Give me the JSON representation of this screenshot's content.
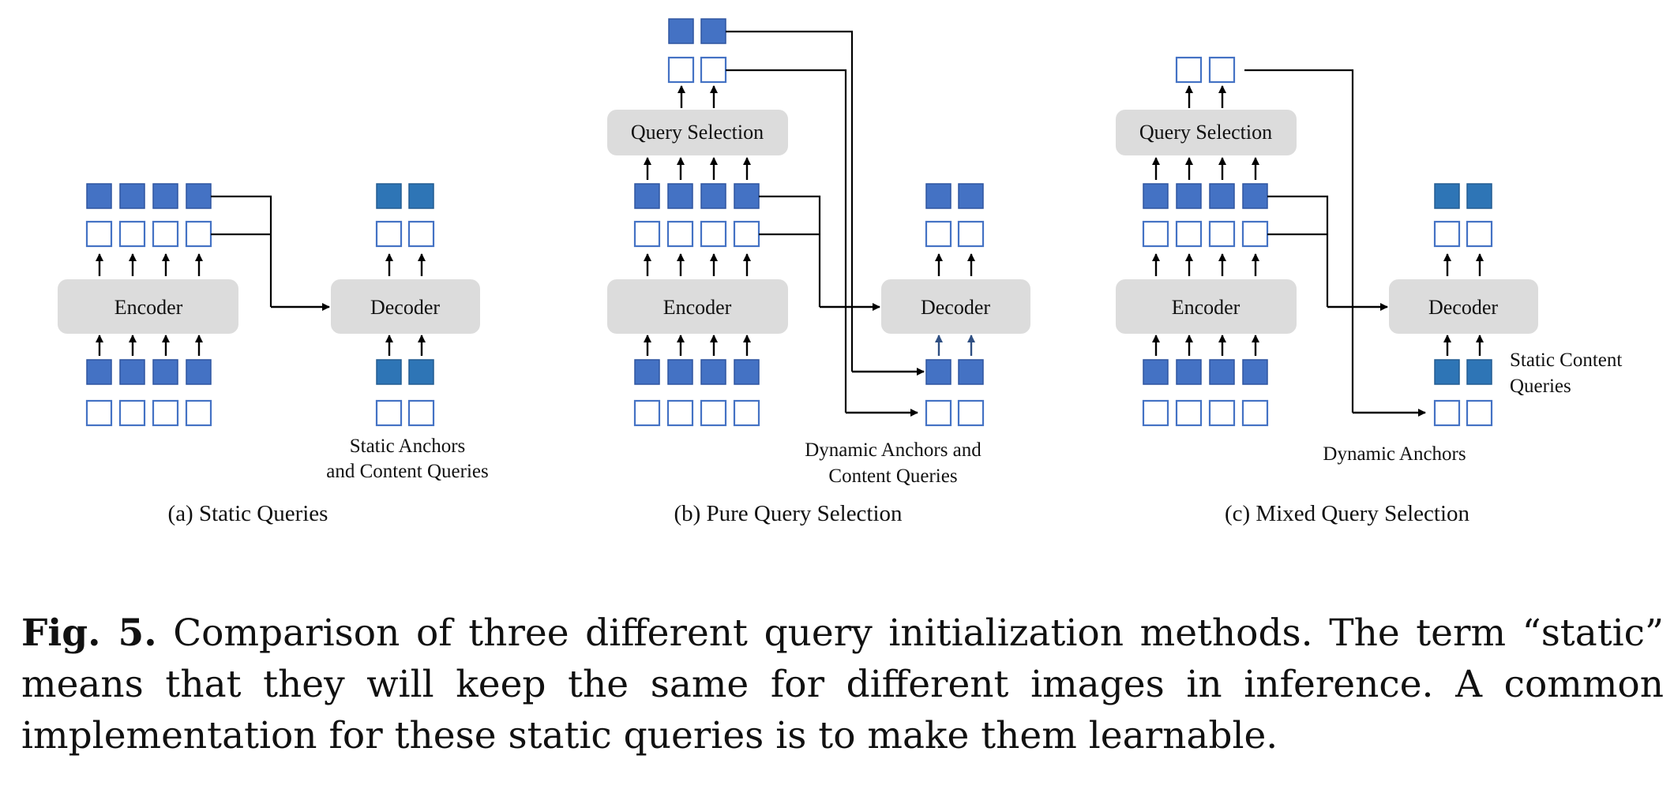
{
  "panels": {
    "a": {
      "encoder_label": "Encoder",
      "decoder_label": "Decoder",
      "annotation": [
        "Static Anchors",
        "and Content Queries"
      ],
      "subcaption": "(a) Static Queries"
    },
    "b": {
      "selection_label": "Query Selection",
      "encoder_label": "Encoder",
      "decoder_label": "Decoder",
      "annotation": [
        "Dynamic Anchors and",
        "Content Queries"
      ],
      "subcaption": "(b) Pure Query Selection"
    },
    "c": {
      "selection_label": "Query Selection",
      "encoder_label": "Encoder",
      "decoder_label": "Decoder",
      "annotation_static": [
        "Static Content",
        "Queries"
      ],
      "annotation_dynamic": "Dynamic Anchors",
      "subcaption": "(c) Mixed Query Selection"
    }
  },
  "colors": {
    "token_fill": "#4472c4",
    "static_token_fill": "#2e75b6",
    "box_fill": "#dcdcdc"
  },
  "caption": {
    "label": "Fig. 5.",
    "text": "Comparison of three different query initialization methods. The term “static” means that they will keep the same for different images in inference. A common implementation for these static queries is to make them learnable."
  }
}
